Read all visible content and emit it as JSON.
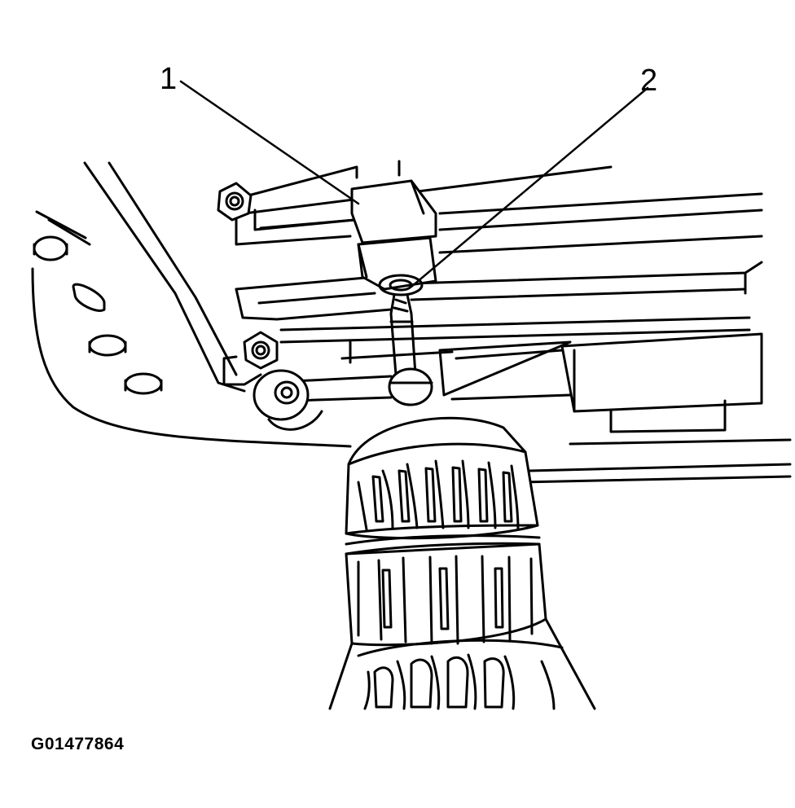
{
  "callouts": [
    {
      "number": "1"
    },
    {
      "number": "2"
    }
  ],
  "figure_code": "G01477864",
  "colors": {
    "ink": "#000000",
    "paper": "#ffffff"
  }
}
